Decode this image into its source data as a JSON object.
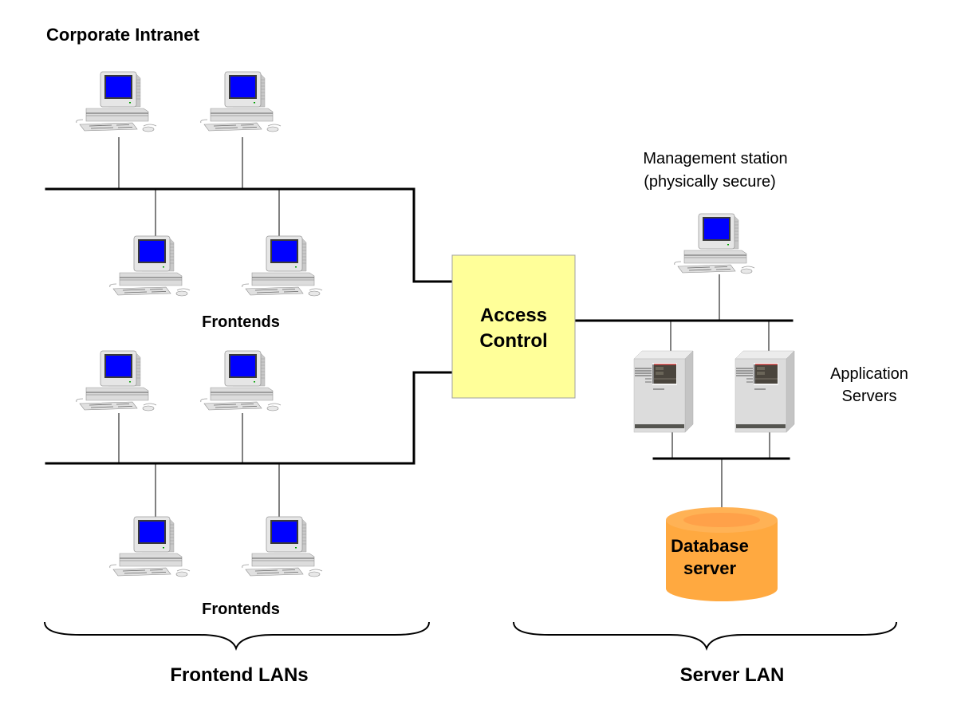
{
  "labels": {
    "corporate_intranet": "Corporate Intranet",
    "frontends_1": "Frontends",
    "frontends_2": "Frontends",
    "access_control_line1": "Access",
    "access_control_line2": "Control",
    "management_line1": "Management station",
    "management_line2": "(physically secure)",
    "app_servers_line1": "Application",
    "app_servers_line2": "Servers",
    "database_line1": "Database",
    "database_line2": "server",
    "frontend_lans": "Frontend LANs",
    "server_lan": "Server LAN"
  },
  "nodes": {
    "intranet_workstations": [
      "workstation",
      "workstation"
    ],
    "frontend_group_1": [
      "workstation",
      "workstation"
    ],
    "frontend_group_2_top": [
      "workstation",
      "workstation"
    ],
    "frontend_group_2_bottom": [
      "workstation",
      "workstation"
    ],
    "management_station": "workstation",
    "application_servers": [
      "server-tower",
      "server-tower"
    ],
    "database": "database-cylinder"
  },
  "colors": {
    "access_control_fill": "#FFFF99",
    "access_control_border": "#A0A0A0",
    "database_fill": "#FFA940",
    "database_top": "#FFC080",
    "screen_blue": "#0000FF",
    "line": "#000000"
  }
}
